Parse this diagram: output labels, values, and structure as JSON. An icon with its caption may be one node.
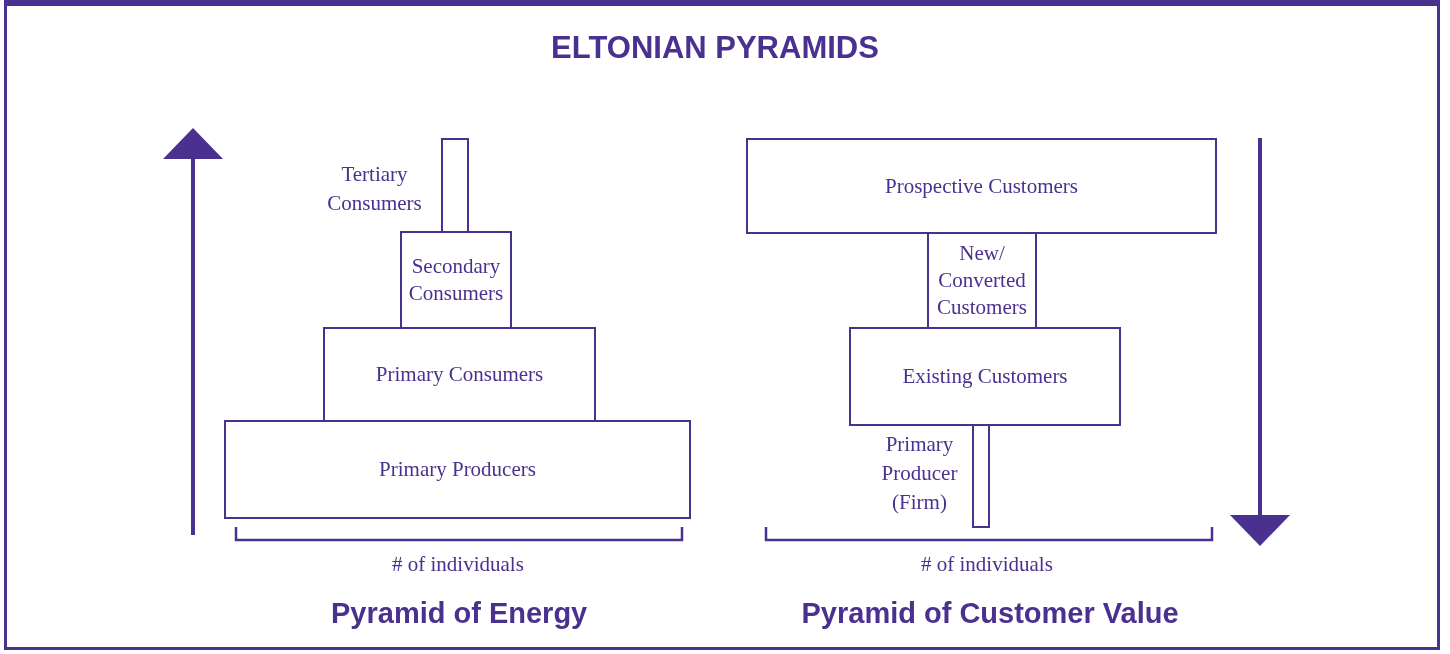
{
  "diagram": {
    "title": "ELTONIAN PYRAMIDS",
    "nodes": [
      {
        "text": [],
        "shape": "bar",
        "beside": [
          "Tertiary Consumers"
        ]
      },
      {
        "text": [
          "Secondary Consumers"
        ]
      },
      {
        "text": [
          "Primary Consumers"
        ]
      },
      {
        "text": [
          "Primary Producers"
        ]
      },
      {
        "text": [
          "Prospective Customers"
        ]
      },
      {
        "text": [
          "New/ Converted Customers"
        ]
      },
      {
        "text": [
          "Existing Customers"
        ]
      },
      {
        "text": [],
        "shape": "bar",
        "beside": [
          "Primary Producer (Firm)"
        ]
      }
    ],
    "edges": [],
    "labels": [
      "# of individuals",
      "# of individuals",
      "Pyramid of Energy",
      "Pyramid of Customer Value"
    ]
  }
}
